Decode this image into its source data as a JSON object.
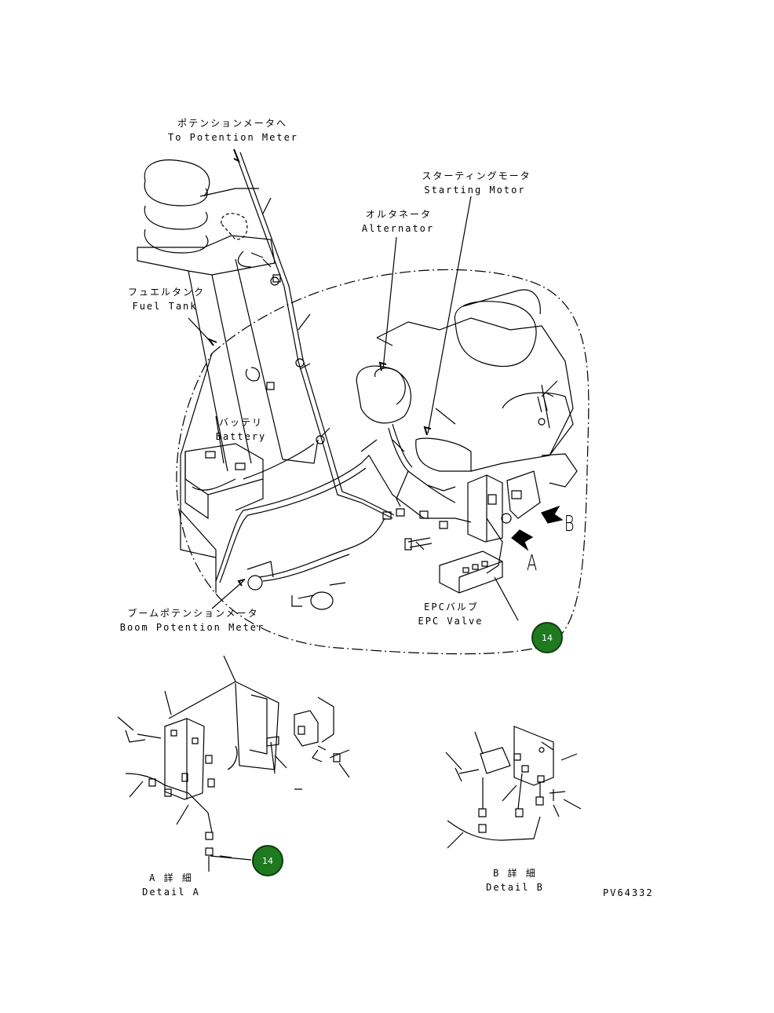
{
  "labels": {
    "potention_meter_jp": "ポテンションメータへ",
    "potention_meter_en": "To Potention Meter",
    "starting_motor_jp": "スターティングモータ",
    "starting_motor_en": "Starting Motor",
    "alternator_jp": "オルタネータ",
    "alternator_en": "Alternator",
    "fuel_tank_jp": "フュエルタンク",
    "fuel_tank_en": "Fuel Tank",
    "battery_jp": "バッテリ",
    "battery_en": "Battery",
    "boom_meter_jp": "ブームポテンションメータ",
    "boom_meter_en": "Boom Potention Meter",
    "epc_valve_jp": "EPCバルブ",
    "epc_valve_en": "EPC Valve",
    "arrow_a": "A",
    "arrow_b": "B",
    "detail_a_jp": "A 詳 細",
    "detail_a_en": "Detail A",
    "detail_b_jp": "B 詳 細",
    "detail_b_en": "Detail B",
    "drawing_no": "PV64332"
  },
  "callouts": [
    {
      "id": "callout-main",
      "number": "14"
    },
    {
      "id": "callout-detail-a",
      "number": "14"
    }
  ],
  "colors": {
    "callout_fill": "#1f7a1f",
    "line": "#000000"
  }
}
